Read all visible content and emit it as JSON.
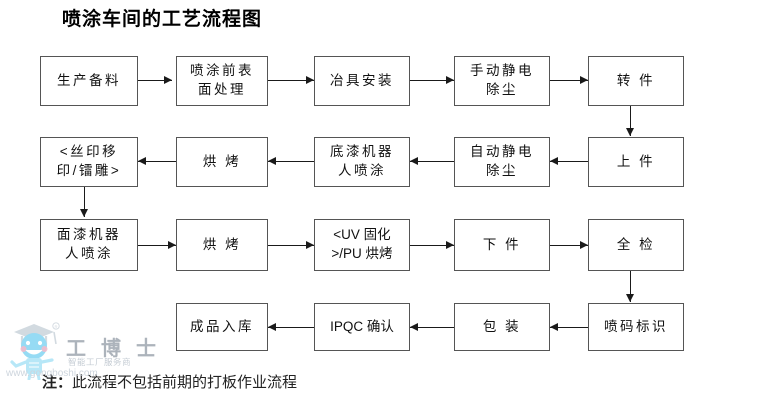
{
  "title": "喷涂车间的工艺流程图",
  "note": {
    "lead": "注：",
    "text": "此流程不包括前期的打板作业流程"
  },
  "watermark": {
    "brand": "工 博 士",
    "tagline": "智能工厂服务商",
    "url": "www.gongboshi.com",
    "mascot_icon": "graduate-mascot-icon",
    "color": "#9aa3ad"
  },
  "flowchart": {
    "type": "diagram",
    "orientation": "serpentine",
    "box_color": "#555555",
    "line_color": "#1a1a1a",
    "rows": [
      {
        "direction": "left-to-right",
        "nodes": [
          {
            "id": "n1",
            "label": "生产备料"
          },
          {
            "id": "n2",
            "label": "喷涂前表\n面处理"
          },
          {
            "id": "n3",
            "label": "冶具安装"
          },
          {
            "id": "n4",
            "label": "手动静电\n除尘"
          },
          {
            "id": "n5",
            "label": "转 件"
          }
        ]
      },
      {
        "direction": "right-to-left",
        "nodes": [
          {
            "id": "n6",
            "label": "上 件"
          },
          {
            "id": "n7",
            "label": "自动静电\n除尘"
          },
          {
            "id": "n8",
            "label": "底漆机器\n人喷涂"
          },
          {
            "id": "n9",
            "label": "烘 烤"
          },
          {
            "id": "n10",
            "label": "<丝印移\n印/镭雕>"
          }
        ]
      },
      {
        "direction": "left-to-right",
        "nodes": [
          {
            "id": "n11",
            "label": "面漆机器\n人喷涂"
          },
          {
            "id": "n12",
            "label": "烘 烤"
          },
          {
            "id": "n13",
            "label": "<UV 固化\n>/PU 烘烤"
          },
          {
            "id": "n14",
            "label": "下 件"
          },
          {
            "id": "n15",
            "label": "全 检"
          }
        ]
      },
      {
        "direction": "right-to-left",
        "nodes": [
          {
            "id": "n16",
            "label": "喷码标识"
          },
          {
            "id": "n17",
            "label": "包 装"
          },
          {
            "id": "n18",
            "label": "IPQC 确认"
          },
          {
            "id": "n19",
            "label": "成品入库"
          }
        ]
      }
    ],
    "row_links": [
      {
        "from": "n5",
        "to": "n6",
        "label": "转件→上件"
      },
      {
        "from": "n10",
        "to": "n11",
        "label": "丝印移印/镭雕→面漆机器人喷涂"
      },
      {
        "from": "n15",
        "to": "n16",
        "label": "全检→喷码标识"
      }
    ]
  }
}
